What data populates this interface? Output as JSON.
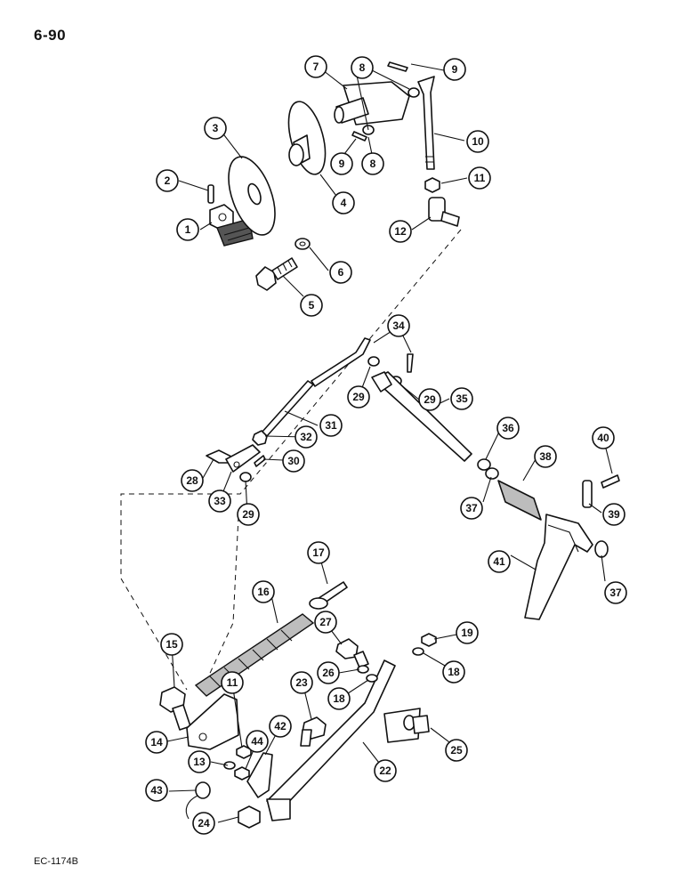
{
  "page_number": "6-90",
  "reference_code": "EC-1174B",
  "callouts": [
    {
      "id": "c1",
      "label": "1"
    },
    {
      "id": "c2",
      "label": "2"
    },
    {
      "id": "c3",
      "label": "3"
    },
    {
      "id": "c4",
      "label": "4"
    },
    {
      "id": "c5",
      "label": "5"
    },
    {
      "id": "c6",
      "label": "6"
    },
    {
      "id": "c7",
      "label": "7"
    },
    {
      "id": "c8a",
      "label": "8"
    },
    {
      "id": "c8b",
      "label": "8"
    },
    {
      "id": "c9a",
      "label": "9"
    },
    {
      "id": "c9b",
      "label": "9"
    },
    {
      "id": "c10",
      "label": "10"
    },
    {
      "id": "c11a",
      "label": "11"
    },
    {
      "id": "c12",
      "label": "12"
    },
    {
      "id": "c34",
      "label": "34"
    },
    {
      "id": "c29a",
      "label": "29"
    },
    {
      "id": "c29b",
      "label": "29"
    },
    {
      "id": "c35",
      "label": "35"
    },
    {
      "id": "c31",
      "label": "31"
    },
    {
      "id": "c32",
      "label": "32"
    },
    {
      "id": "c36",
      "label": "36"
    },
    {
      "id": "c38",
      "label": "38"
    },
    {
      "id": "c40",
      "label": "40"
    },
    {
      "id": "c28",
      "label": "28"
    },
    {
      "id": "c30",
      "label": "30"
    },
    {
      "id": "c33",
      "label": "33"
    },
    {
      "id": "c29c",
      "label": "29"
    },
    {
      "id": "c37a",
      "label": "37"
    },
    {
      "id": "c39",
      "label": "39"
    },
    {
      "id": "c41",
      "label": "41"
    },
    {
      "id": "c37b",
      "label": "37"
    },
    {
      "id": "c17",
      "label": "17"
    },
    {
      "id": "c16",
      "label": "16"
    },
    {
      "id": "c27",
      "label": "27"
    },
    {
      "id": "c19",
      "label": "19"
    },
    {
      "id": "c15",
      "label": "15"
    },
    {
      "id": "c26",
      "label": "26"
    },
    {
      "id": "c18a",
      "label": "18"
    },
    {
      "id": "c18b",
      "label": "18"
    },
    {
      "id": "c11b",
      "label": "11"
    },
    {
      "id": "c23",
      "label": "23"
    },
    {
      "id": "c14",
      "label": "14"
    },
    {
      "id": "c42",
      "label": "42"
    },
    {
      "id": "c44",
      "label": "44"
    },
    {
      "id": "c25",
      "label": "25"
    },
    {
      "id": "c13",
      "label": "13"
    },
    {
      "id": "c22",
      "label": "22"
    },
    {
      "id": "c43",
      "label": "43"
    },
    {
      "id": "c24",
      "label": "24"
    }
  ]
}
